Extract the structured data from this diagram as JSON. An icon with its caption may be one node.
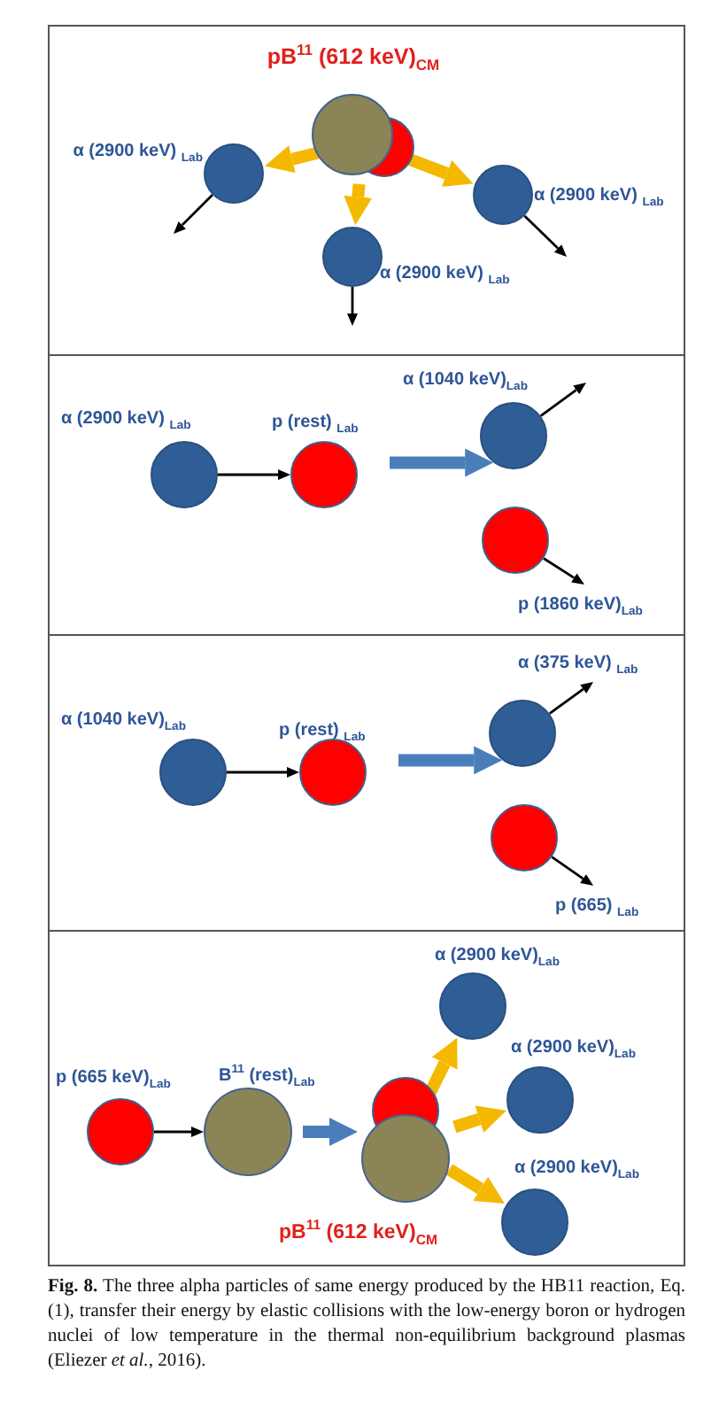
{
  "diagram": {
    "caption": "**Fig. 8.** The three alpha particles of same energy produced by the HB11 reaction, Eq. (1), transfer their energy by elastic collisions with the low-energy boron or hydrogen nuclei of low temperature in the thermal non-equilibrium background plasmas (Eliezer *et al.*, 2016).",
    "nodes": [
      {
        "text": [],
        "shape": "box"
      },
      {
        "text": [
          "pB$^{11}$ (612 keV)$_{CM}$"
        ],
        "in": 0
      },
      {
        "text": [
          "α (2900 keV) $_{Lab}$"
        ],
        "in": 0
      },
      {
        "text": [
          "α (2900 keV) $_{Lab}$"
        ],
        "in": 0
      },
      {
        "text": [
          "α (2900 keV) $_{Lab}$"
        ],
        "in": 0
      },
      {
        "text": [],
        "shape": "box"
      },
      {
        "text": [
          "α (2900 keV) $_{Lab}$"
        ],
        "in": 5
      },
      {
        "text": [
          "p (rest) $_{Lab}$"
        ],
        "in": 5
      },
      {
        "text": [
          "α (1040 keV)$_{Lab}$"
        ],
        "in": 5
      },
      {
        "text": [
          "p (1860 keV)$_{Lab}$"
        ],
        "in": 5
      },
      {
        "text": [],
        "shape": "box"
      },
      {
        "text": [
          "α (1040 keV)$_{Lab}$"
        ],
        "in": 10
      },
      {
        "text": [
          "p (rest) $_{Lab}$"
        ],
        "in": 10
      },
      {
        "text": [
          "α (375 keV) $_{Lab}$"
        ],
        "in": 10
      },
      {
        "text": [
          "p (665) $_{Lab}$"
        ],
        "in": 10
      },
      {
        "text": [],
        "shape": "box"
      },
      {
        "text": [
          "p (665 keV)$_{Lab}$"
        ],
        "in": 15
      },
      {
        "text": [
          "B$^{11}$ (rest)$_{Lab}$"
        ],
        "in": 15
      },
      {
        "text": [
          "pB$^{11}$ (612 keV)$_{CM}$"
        ],
        "in": 15
      },
      {
        "text": [
          "α (2900 keV)$_{Lab}$"
        ],
        "in": 15
      },
      {
        "text": [
          "α (2900 keV)$_{Lab}$"
        ],
        "in": 15
      },
      {
        "text": [
          "α (2900 keV)$_{Lab}$"
        ],
        "in": 15
      }
    ],
    "edges": [
      {
        "from": 1,
        "to": 2,
        "arrow": "to",
        "color": "#f5b800"
      },
      {
        "from": 1,
        "to": 3,
        "arrow": "to",
        "color": "#f5b800"
      },
      {
        "from": 1,
        "to": 4,
        "arrow": "to",
        "color": "#f5b800"
      },
      {
        "from": 6,
        "to": 7,
        "arrow": "to",
        "color": "#000000"
      },
      {
        "from": 7,
        "to": 8,
        "arrow": "to",
        "color": "#4a7ebb"
      },
      {
        "from": 11,
        "to": 12,
        "arrow": "to",
        "color": "#000000"
      },
      {
        "from": 12,
        "to": 13,
        "arrow": "to",
        "color": "#4a7ebb"
      },
      {
        "from": 16,
        "to": 17,
        "arrow": "to",
        "color": "#000000"
      },
      {
        "from": 17,
        "to": 18,
        "arrow": "to",
        "color": "#4a7ebb"
      },
      {
        "from": 18,
        "to": 19,
        "arrow": "to",
        "color": "#f5b800"
      },
      {
        "from": 18,
        "to": 20,
        "arrow": "to",
        "color": "#f5b800"
      },
      {
        "from": 18,
        "to": 21,
        "arrow": "to",
        "color": "#f5b800"
      }
    ]
  }
}
